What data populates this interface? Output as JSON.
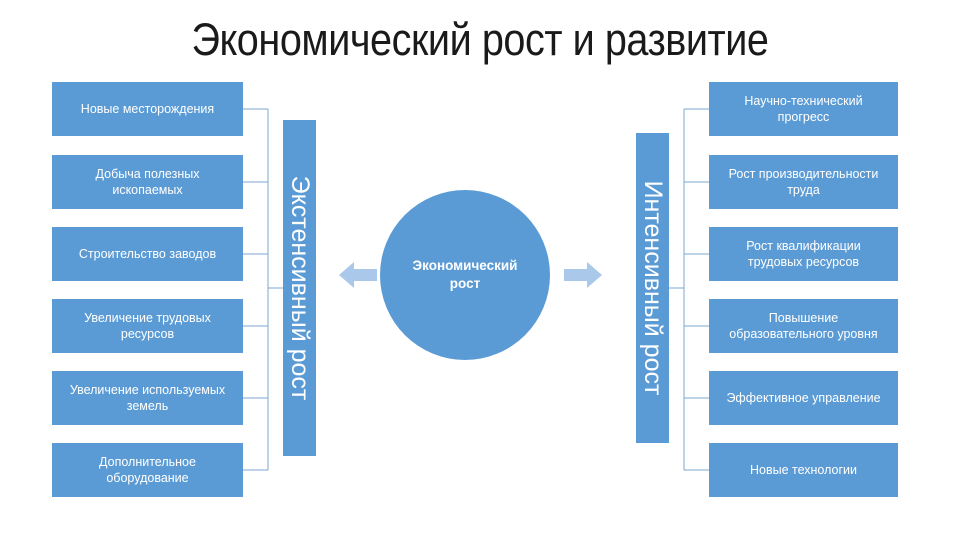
{
  "slide": {
    "title": "Экономический рост и развитие",
    "background_color": "#FFFFFF"
  },
  "colors": {
    "box_fill": "#5B9BD5",
    "bar_fill": "#5B9BD5",
    "circle_fill": "#5B9BD5",
    "arrow_fill": "#A9C8EA",
    "connector_line": "#7BA7D0",
    "box_text": "#FFFFFF",
    "title_text": "#1A1A1A"
  },
  "center": {
    "label_line1": "Экономический",
    "label_line2": "рост"
  },
  "arrows": {
    "left": "arrow-left-icon",
    "right": "arrow-right-icon"
  },
  "left_branch": {
    "bar_label": "Экстенсивный рост",
    "items": [
      {
        "label": "Новые месторождения"
      },
      {
        "label_line1": "Добыча полезных",
        "label_line2": "ископаемых"
      },
      {
        "label": "Строительство заводов"
      },
      {
        "label_line1": "Увеличение трудовых",
        "label_line2": "ресурсов"
      },
      {
        "label_line1": "Увеличение используемых",
        "label_line2": "земель"
      },
      {
        "label_line1": "Дополнительное",
        "label_line2": "оборудование"
      }
    ]
  },
  "right_branch": {
    "bar_label": "Интенсивный рост",
    "items": [
      {
        "label_line1": "Научно-технический",
        "label_line2": "прогресс"
      },
      {
        "label_line1": "Рост производительности",
        "label_line2": "труда"
      },
      {
        "label_line1": "Рост квалификации",
        "label_line2": "трудовых ресурсов"
      },
      {
        "label_line1": "Повышение",
        "label_line2": "образовательного уровня"
      },
      {
        "label": "Эффективное управление"
      },
      {
        "label": "Новые технологии"
      }
    ]
  }
}
